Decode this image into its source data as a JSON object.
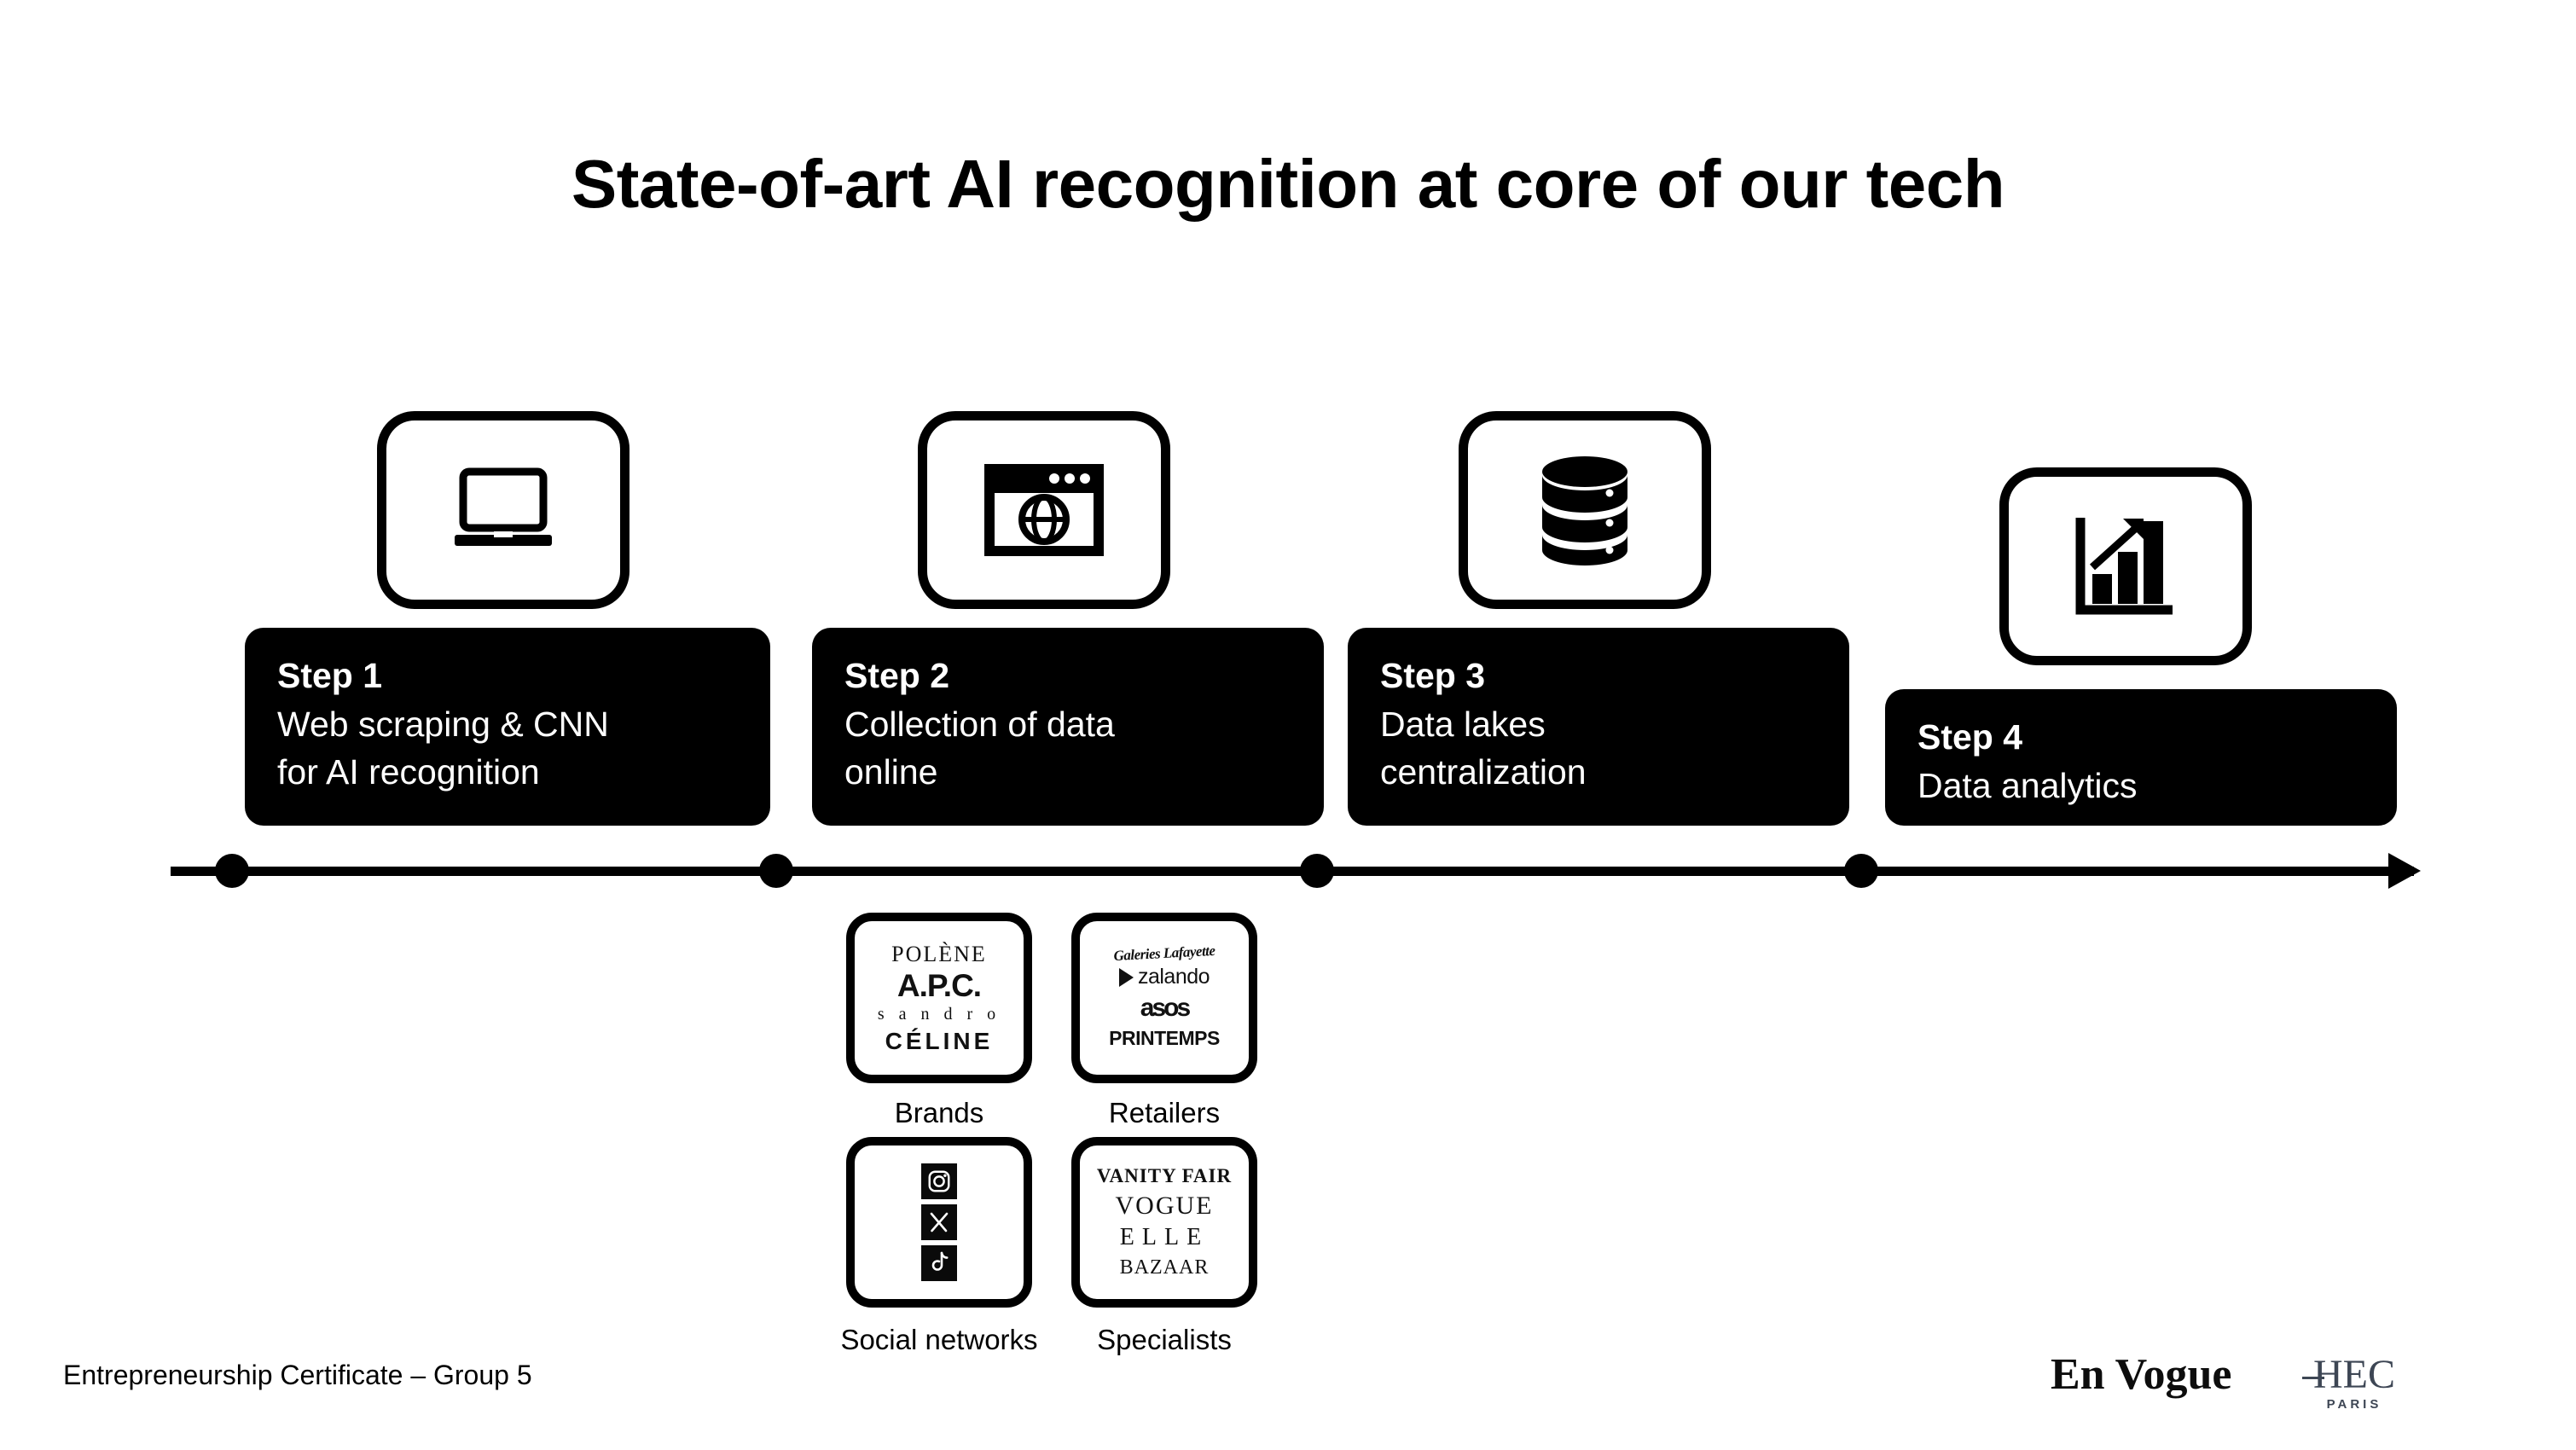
{
  "slide": {
    "title": "State-of-art AI recognition at core of our tech",
    "background_color": "#ffffff",
    "accent_color": "#000000"
  },
  "steps": [
    {
      "icon": "laptop-icon",
      "title": "Step 1",
      "description": "Web scraping & CNN\nfor AI recognition"
    },
    {
      "icon": "browser-globe-icon",
      "title": "Step 2",
      "description": "Collection of data\nonline"
    },
    {
      "icon": "database-icon",
      "title": "Step 3",
      "description": "Data lakes\ncentralization"
    },
    {
      "icon": "bar-chart-growth-icon",
      "title": "Step 4",
      "description": "Data analytics"
    }
  ],
  "sources": [
    {
      "caption": "Brands",
      "logos": [
        "POLÈNE",
        "A.P.C.",
        "s a n d r o",
        "CÉLINE"
      ]
    },
    {
      "caption": "Retailers",
      "logos": [
        "Galeries Lafayette",
        "zalando",
        "asos",
        "PRINTEMPS"
      ]
    },
    {
      "caption": "Social networks",
      "logos": [
        "instagram-icon",
        "x-twitter-icon",
        "tiktok-icon"
      ]
    },
    {
      "caption": "Specialists",
      "logos": [
        "VANITY FAIR",
        "VOGUE",
        "ELLE",
        "BAZAAR"
      ]
    }
  ],
  "footer": {
    "left_text": "Entrepreneurship Certificate – Group 5",
    "brand_logo": "En Vogue",
    "school_logo": "HEC",
    "school_logo_sub": "PARIS",
    "school_logo_color": "#3d4654"
  }
}
